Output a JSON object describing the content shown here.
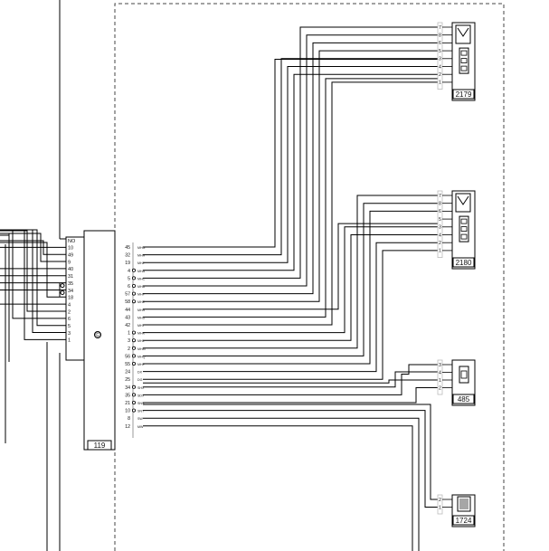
{
  "diagram": {
    "main_unit": {
      "label": "119",
      "left_pins": [
        "NO",
        "10",
        "49",
        "9",
        "40",
        "31",
        "35",
        "34",
        "18",
        "4",
        "2",
        "6",
        "5",
        "3",
        "1"
      ],
      "right_pins": [
        {
          "num": "45",
          "sig": "MHG"
        },
        {
          "num": "32",
          "sig": "MHH"
        },
        {
          "num": "19",
          "sig": "MHJ"
        },
        {
          "num": "4",
          "sig": "MHA"
        },
        {
          "num": "5",
          "sig": "MHC"
        },
        {
          "num": "6",
          "sig": "MHD"
        },
        {
          "num": "57",
          "sig": "MHF"
        },
        {
          "num": "58",
          "sig": "MHE"
        },
        {
          "num": "44",
          "sig": "MHR"
        },
        {
          "num": "43",
          "sig": "MHS"
        },
        {
          "num": "42",
          "sig": "MHT"
        },
        {
          "num": "1",
          "sig": "MHK"
        },
        {
          "num": "3",
          "sig": "MHL"
        },
        {
          "num": "2",
          "sig": "MHM"
        },
        {
          "num": "56",
          "sig": "MHQ"
        },
        {
          "num": "55",
          "sig": "MHP"
        },
        {
          "num": "24",
          "sig": "DX"
        },
        {
          "num": "25",
          "sig": "DG"
        },
        {
          "num": "34",
          "sig": "SHX"
        },
        {
          "num": "35",
          "sig": "SDX"
        },
        {
          "num": "21",
          "sig": "SNS"
        },
        {
          "num": "10",
          "sig": "SNT"
        },
        {
          "num": "8",
          "sig": "SW"
        },
        {
          "num": "12",
          "sig": "MW"
        }
      ],
      "symbol": "©"
    },
    "connectors": [
      {
        "label": "2179",
        "pins": [
          "7",
          "8",
          "6",
          "5",
          "3",
          "4",
          "2",
          "1"
        ]
      },
      {
        "label": "2180",
        "pins": [
          "7",
          "8",
          "6",
          "5",
          "3",
          "4",
          "2",
          "1"
        ]
      },
      {
        "label": "485",
        "pins": [
          "3",
          "4",
          "1",
          "2"
        ]
      },
      {
        "label": "1724",
        "pins": [
          "2",
          "1"
        ]
      }
    ]
  }
}
